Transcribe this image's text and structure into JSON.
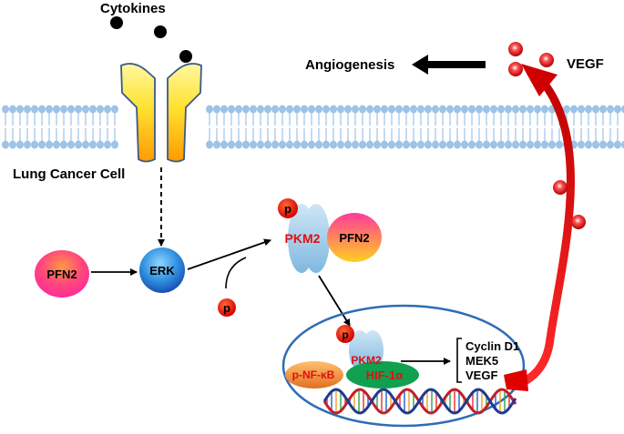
{
  "labels": {
    "cytokines": "Cytokines",
    "angiogenesis": "Angiogenesis",
    "vegf_secreted": "VEGF",
    "cell": "Lung Cancer Cell",
    "pfn2_left": "PFN2",
    "erk": "ERK",
    "phospho_free": "p",
    "phospho_complex": "p",
    "pkm2_complex": "PKM2",
    "pfn2_complex": "PFN2",
    "phospho_nuclear": "p",
    "pkm2_nuclear": "PKM2",
    "p_nfkb": "p-NF-κB",
    "hif1a": "HIF-1α"
  },
  "target_genes": [
    "Cyclin D1",
    "MEK5",
    "VEGF"
  ],
  "colors": {
    "membrane": "#9dc3e6",
    "receptor": "#ffe34d",
    "arrow_red": "#e0000a",
    "erk": "#1f6fd6",
    "hif": "#10a050",
    "nfkb": "#f08030",
    "nucleus": "#2e6db4",
    "pkm2": "#9ccbe8",
    "text_red": "#e01010"
  }
}
